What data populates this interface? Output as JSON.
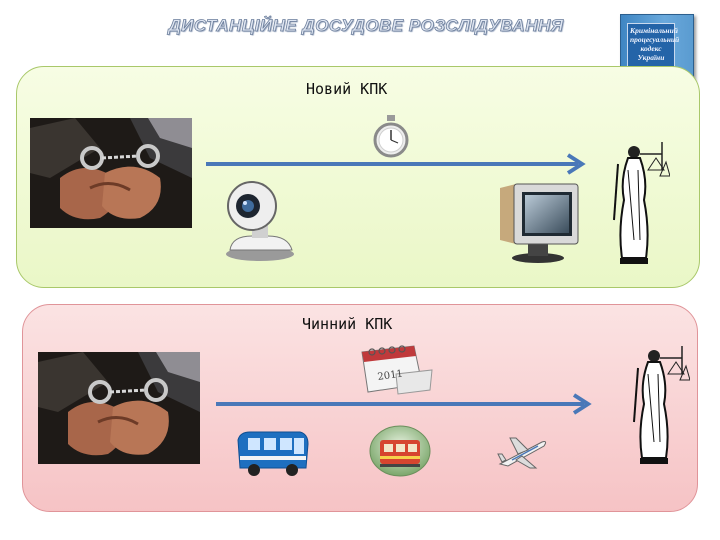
{
  "title": "ДИСТАНЦІЙНЕ ДОСУДОВЕ РОЗСЛІДУВАННЯ",
  "panels": {
    "new": {
      "label": "Новий КПК"
    },
    "current": {
      "label": "Чинний КПК"
    }
  },
  "book": {
    "cover_text": "Кримінальний процесуальний кодекс України"
  },
  "calendar": {
    "year": "2011"
  },
  "icons": {
    "handcuffs": "handcuffs-icon",
    "stopwatch": "stopwatch-icon",
    "webcam": "webcam-icon",
    "monitor": "monitor-icon",
    "justice": "lady-justice-icon",
    "calendar": "calendar-icon",
    "bus": "bus-icon",
    "train": "train-icon",
    "airplane": "airplane-icon"
  },
  "colors": {
    "top_panel": "#eaf7c7",
    "bottom_panel": "#f6c3c5",
    "arrow": "#4a78b8"
  }
}
